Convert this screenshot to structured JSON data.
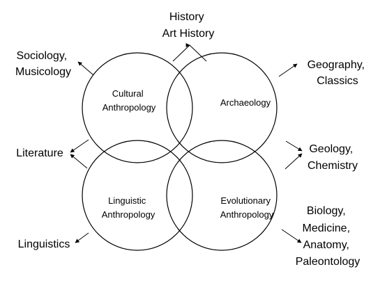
{
  "domains": {
    "cultural": [
      "Cultural",
      "Anthropology"
    ],
    "archaeology": [
      "Archaeology"
    ],
    "linguistic": [
      "Linguistic",
      "Anthropology"
    ],
    "evolutionary": [
      "Evolutionary",
      "Anthropology"
    ]
  },
  "related_fields": {
    "history": [
      "History",
      "Art History"
    ],
    "sociology": [
      "Sociology,",
      "Musicology"
    ],
    "geography": [
      "Geography,",
      "Classics"
    ],
    "literature": [
      "Literature"
    ],
    "geology": [
      "Geology,",
      "Chemistry"
    ],
    "linguistics": [
      "Linguistics"
    ],
    "biology": [
      "Biology,",
      "Medicine,",
      "Anatomy,",
      "Paleontology"
    ]
  }
}
